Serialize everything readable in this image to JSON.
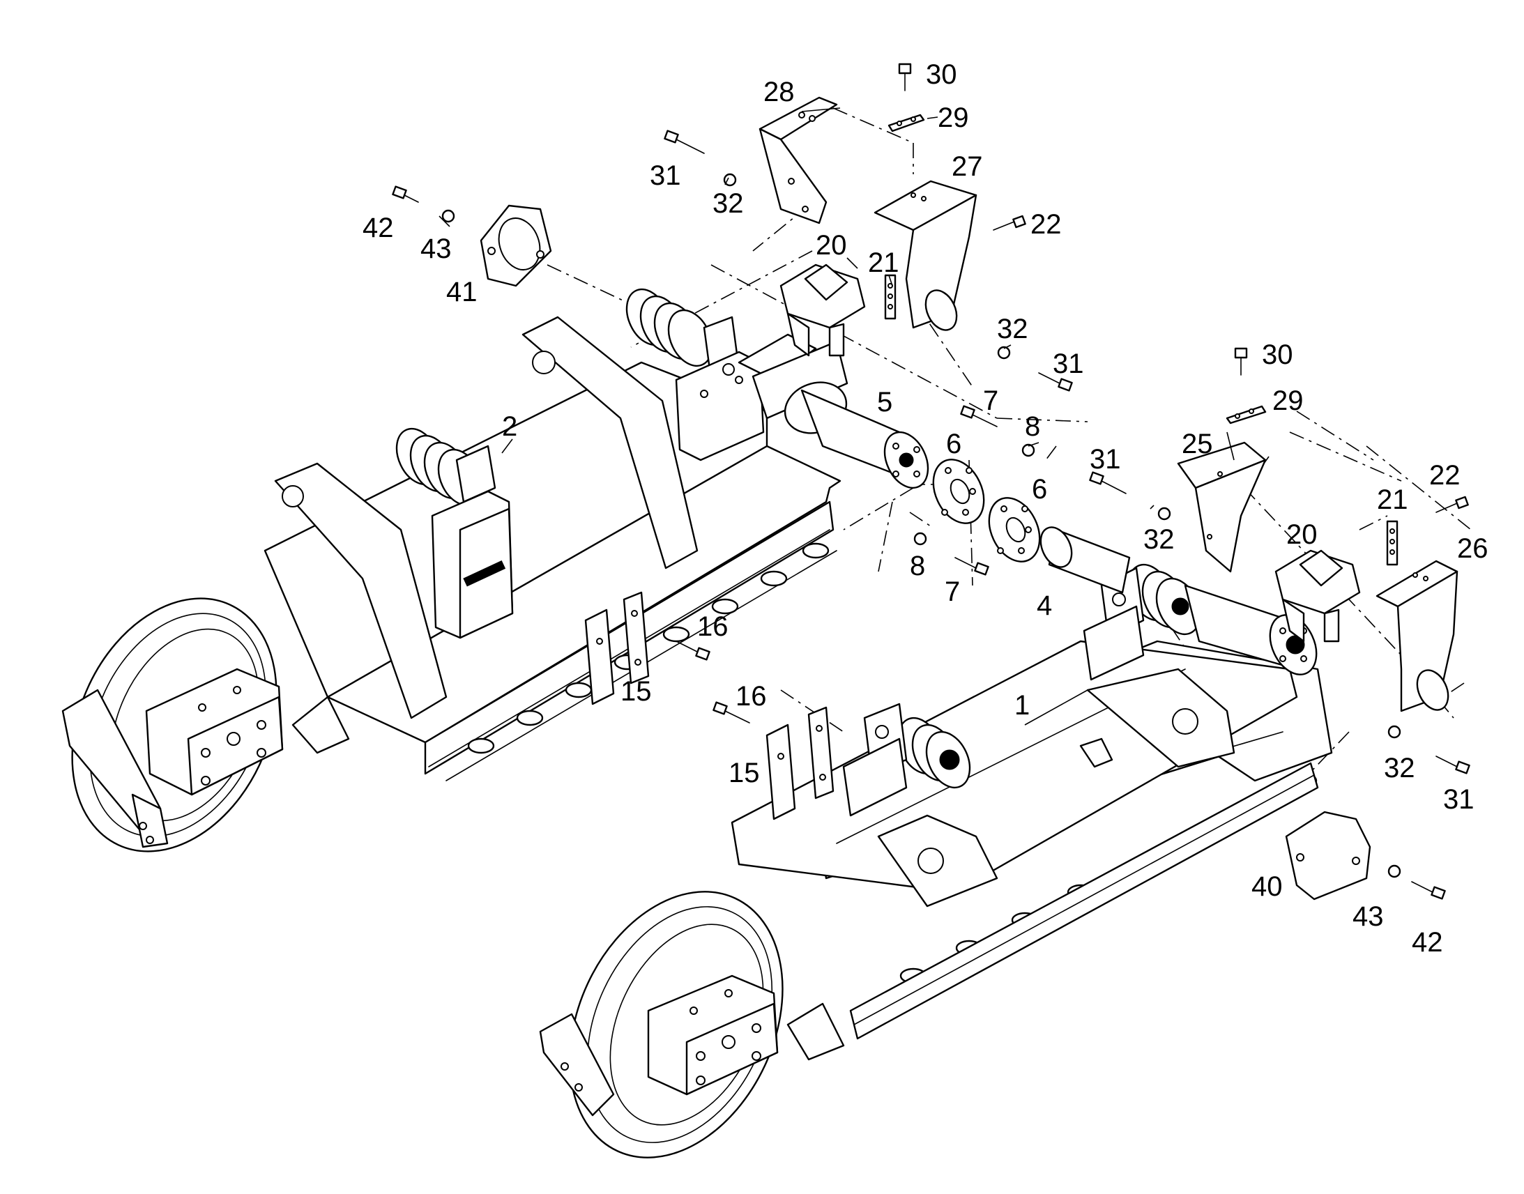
{
  "callouts": [
    {
      "id": "c30a",
      "text": "30"
    },
    {
      "id": "c29a",
      "text": "29"
    },
    {
      "id": "c28",
      "text": "28"
    },
    {
      "id": "c27",
      "text": "27"
    },
    {
      "id": "c31a",
      "text": "31"
    },
    {
      "id": "c32a",
      "text": "32"
    },
    {
      "id": "c42a",
      "text": "42"
    },
    {
      "id": "c43a",
      "text": "43"
    },
    {
      "id": "c41",
      "text": "41"
    },
    {
      "id": "c22a",
      "text": "22"
    },
    {
      "id": "c20a",
      "text": "20"
    },
    {
      "id": "c21a",
      "text": "21"
    },
    {
      "id": "c32b",
      "text": "32"
    },
    {
      "id": "c31b",
      "text": "31"
    },
    {
      "id": "c5",
      "text": "5"
    },
    {
      "id": "c7a",
      "text": "7"
    },
    {
      "id": "c8a",
      "text": "8"
    },
    {
      "id": "c6a",
      "text": "6"
    },
    {
      "id": "c6b",
      "text": "6"
    },
    {
      "id": "c2",
      "text": "2"
    },
    {
      "id": "c30b",
      "text": "30"
    },
    {
      "id": "c29b",
      "text": "29"
    },
    {
      "id": "c31c",
      "text": "31"
    },
    {
      "id": "c25",
      "text": "25"
    },
    {
      "id": "c22b",
      "text": "22"
    },
    {
      "id": "c21b",
      "text": "21"
    },
    {
      "id": "c32c",
      "text": "32"
    },
    {
      "id": "c20b",
      "text": "20"
    },
    {
      "id": "c26",
      "text": "26"
    },
    {
      "id": "c8b",
      "text": "8"
    },
    {
      "id": "c7b",
      "text": "7"
    },
    {
      "id": "c4",
      "text": "4"
    },
    {
      "id": "c16a",
      "text": "16"
    },
    {
      "id": "c15a",
      "text": "15"
    },
    {
      "id": "c16b",
      "text": "16"
    },
    {
      "id": "c15b",
      "text": "15"
    },
    {
      "id": "c1",
      "text": "1"
    },
    {
      "id": "c32d",
      "text": "32"
    },
    {
      "id": "c31d",
      "text": "31"
    },
    {
      "id": "c40",
      "text": "40"
    },
    {
      "id": "c43b",
      "text": "43"
    },
    {
      "id": "c42b",
      "text": "42"
    }
  ]
}
